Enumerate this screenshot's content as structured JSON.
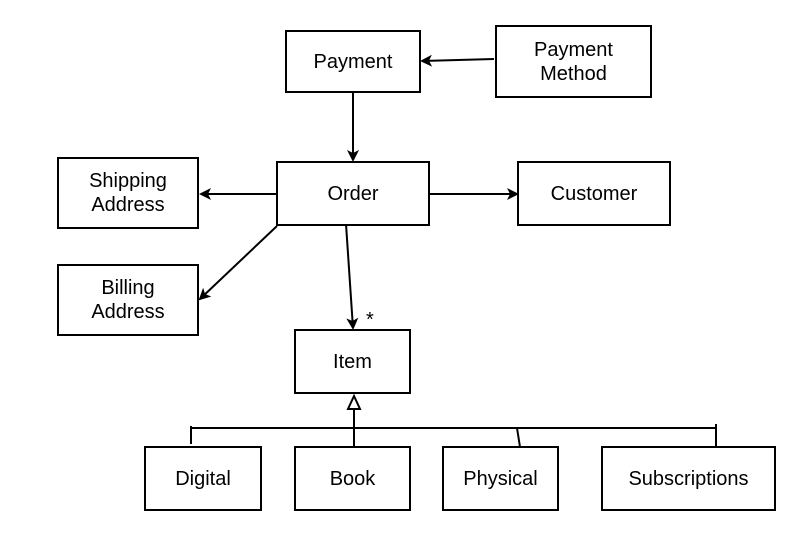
{
  "diagram": {
    "stroke_color": "#000000",
    "background_color": "#ffffff",
    "nodes": {
      "payment": "Payment",
      "payment_method": "Payment\nMethod",
      "shipping_address": "Shipping\nAddress",
      "order": "Order",
      "customer": "Customer",
      "billing_address": "Billing\nAddress",
      "item": "Item",
      "digital": "Digital",
      "book": "Book",
      "physical": "Physical",
      "subscriptions": "Subscriptions"
    },
    "multiplicity_item": "*"
  }
}
